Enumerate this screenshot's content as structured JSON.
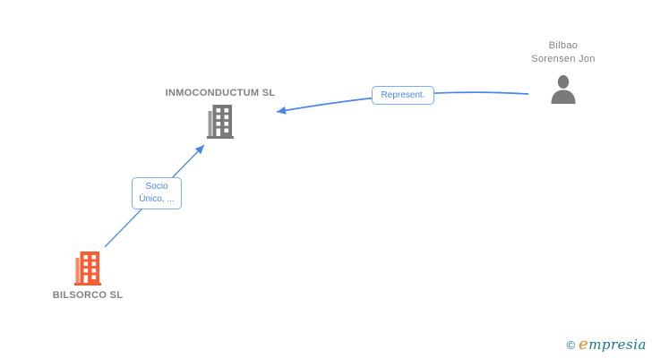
{
  "entities": {
    "inmoconductum": {
      "label": "INMOCONDUCTUM SL",
      "type": "company"
    },
    "bilbao": {
      "name_line1": "Bilbao",
      "name_line2": "Sorensen Jon",
      "type": "person"
    },
    "bilsorco": {
      "label": "BILSORCO SL",
      "type": "company"
    }
  },
  "relations": {
    "represent": {
      "label": "Represent.",
      "from": "Bilbao Sorensen Jon",
      "to": "INMOCONDUCTUM SL"
    },
    "socio": {
      "label_line1": "Socio",
      "label_line2": "Único, ...",
      "from": "BILSORCO SL",
      "to": "INMOCONDUCTUM SL"
    }
  },
  "footer": {
    "copyright_symbol": "©",
    "brand_first_letter": "e",
    "brand_rest": "mpresia"
  },
  "colors": {
    "edge_blue": "#4a86e8",
    "box_border": "#7baaf7",
    "label_gray": "#808080",
    "icon_gray": "#7a7a7a",
    "company_orange": "#f95d31",
    "logo_teal": "#17768c",
    "logo_orange": "#f0861b",
    "background": "#ffffff"
  }
}
